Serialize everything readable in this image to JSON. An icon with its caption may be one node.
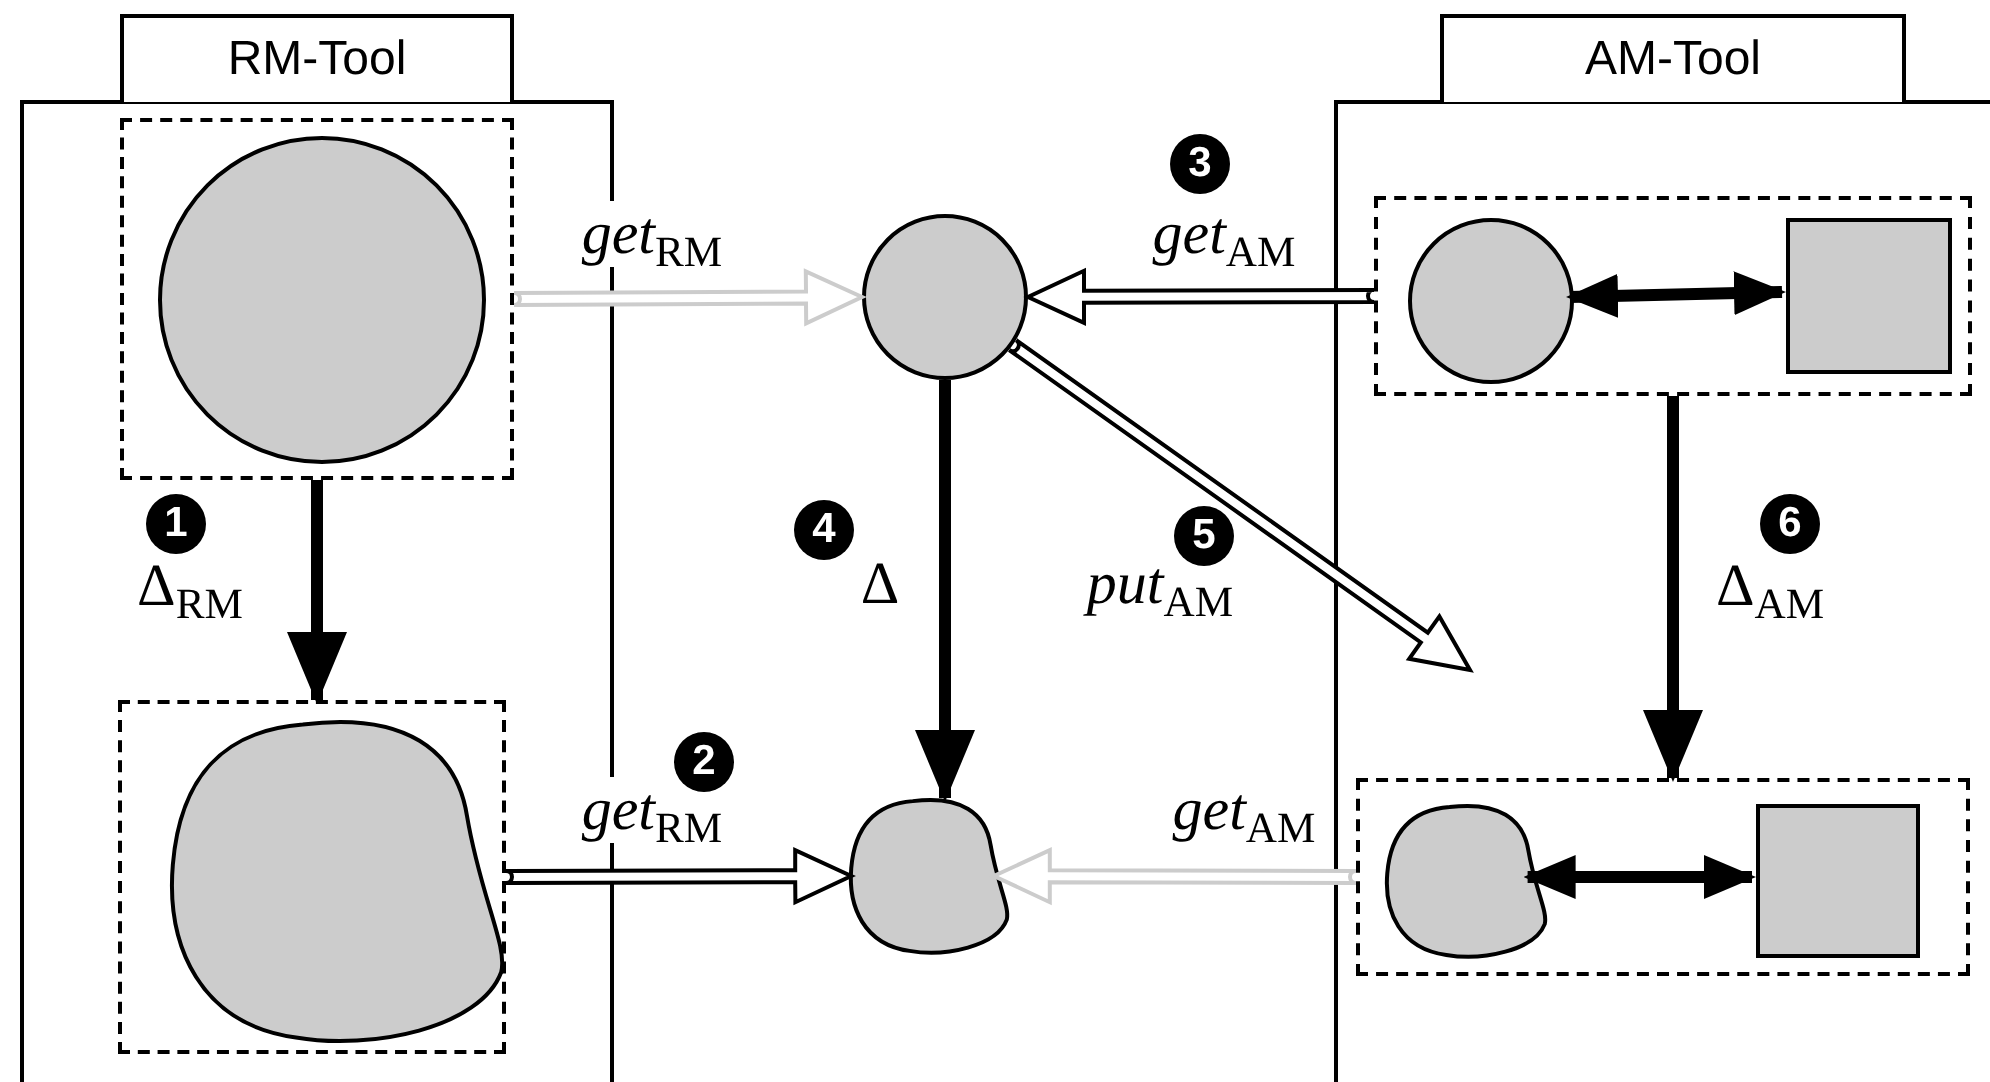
{
  "diagram": {
    "nodes": [
      {
        "text": [
          "RM-Tool"
        ]
      },
      {
        "text": [],
        "shape": "box",
        "in": 0
      },
      {
        "text": [],
        "shape": "circle",
        "in": 1
      },
      {
        "text": [],
        "shape": "box",
        "in": 0
      },
      {
        "text": [],
        "shape": "blob",
        "in": 3
      },
      {
        "text": [],
        "shape": "circle"
      },
      {
        "text": [],
        "shape": "blob"
      },
      {
        "text": [
          "AM-Tool"
        ]
      },
      {
        "text": [],
        "shape": "box",
        "in": 7
      },
      {
        "text": [],
        "shape": "circle",
        "in": 8
      },
      {
        "text": [],
        "shape": "box",
        "in": 8
      },
      {
        "text": [],
        "shape": "box",
        "in": 7
      },
      {
        "text": [],
        "shape": "blob",
        "in": 11
      },
      {
        "text": [],
        "shape": "box",
        "in": 11
      }
    ],
    "edges": [
      {
        "from": 1,
        "to": 3,
        "arrow": "to",
        "label": "Δ$_{RM}$"
      },
      {
        "from": 1,
        "to": 5,
        "arrow": "to",
        "label": "*get*$_{RM}$",
        "color": "#cccccc",
        "style": "thick"
      },
      {
        "from": 8,
        "to": 5,
        "arrow": "to",
        "label": "*get*$_{AM}$",
        "style": "thick"
      },
      {
        "from": 9,
        "to": 10,
        "arrow": "both"
      },
      {
        "from": 5,
        "to": 6,
        "arrow": "to",
        "label": "Δ"
      },
      {
        "from": 5,
        "to": null,
        "arrow": "to",
        "label": "*put*$_{AM}$",
        "style": "thick"
      },
      {
        "from": 8,
        "to": 11,
        "arrow": "to",
        "label": "Δ$_{AM}$"
      },
      {
        "from": 3,
        "to": 6,
        "arrow": "to",
        "label": "*get*$_{RM}$",
        "style": "thick"
      },
      {
        "from": 11,
        "to": 6,
        "arrow": "to",
        "label": "*get*$_{AM}$",
        "color": "#cccccc",
        "style": "thick"
      },
      {
        "from": 12,
        "to": 13,
        "arrow": "both"
      }
    ],
    "labels": [
      "3",
      "1",
      "4",
      "5",
      "6",
      "2"
    ]
  }
}
